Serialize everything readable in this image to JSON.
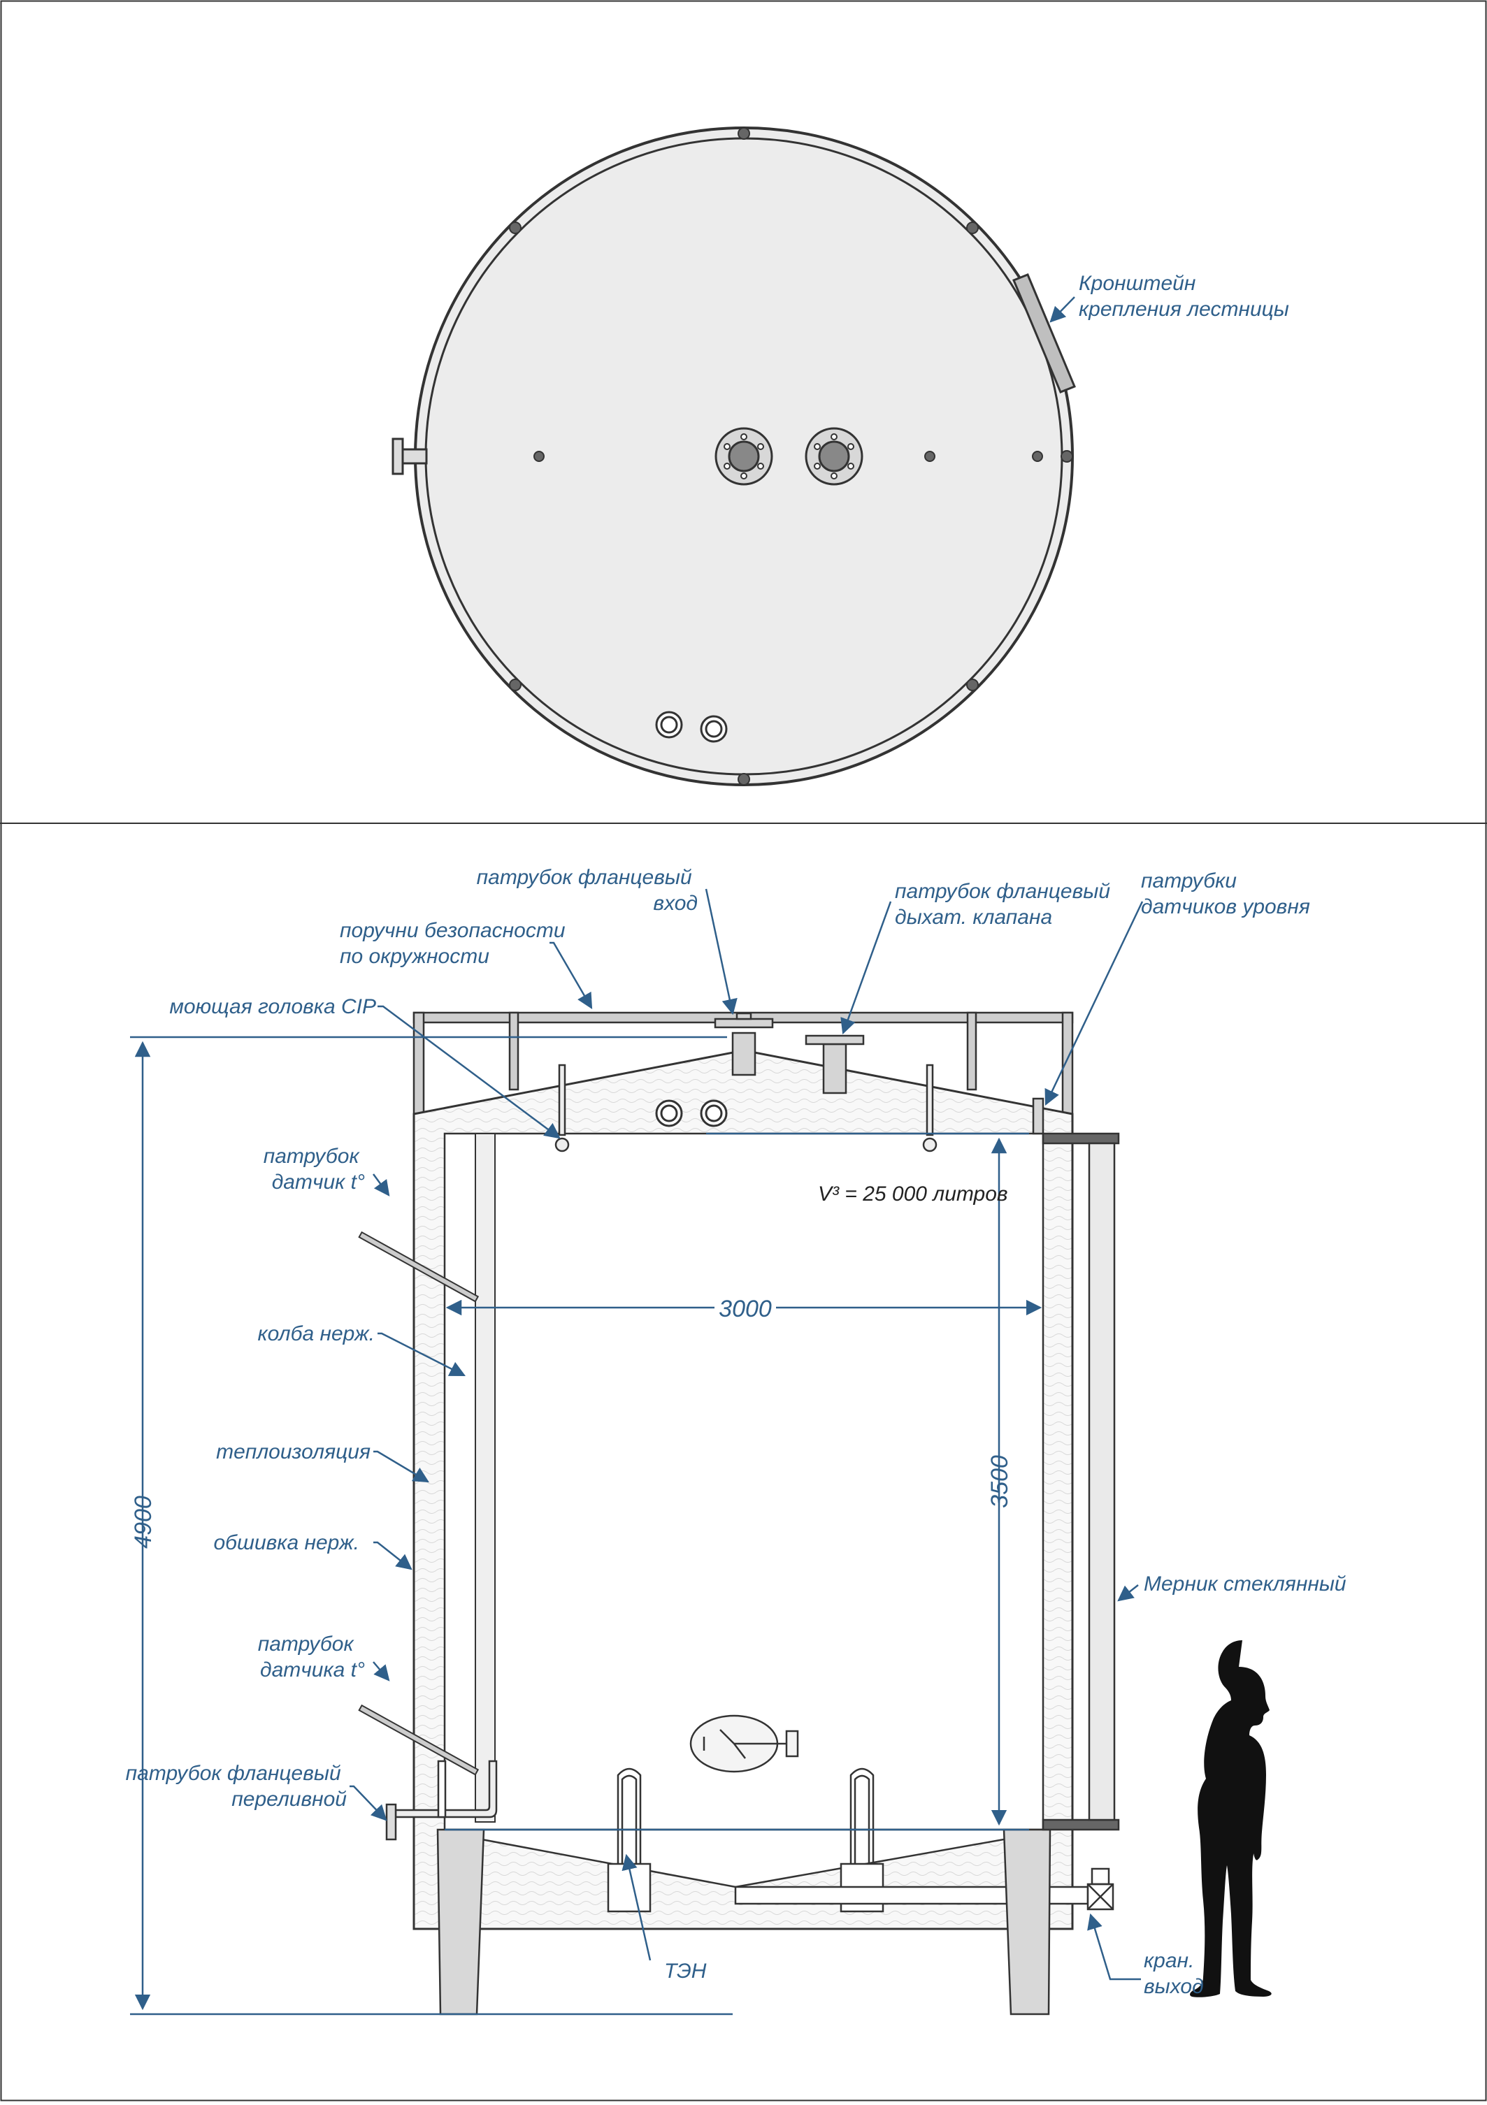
{
  "colors": {
    "accent": "#2f5f8a",
    "outline": "#333333",
    "fill_light": "#ececec",
    "insulation": "#f7f7f7",
    "silhouette": "#111111"
  },
  "top_view": {
    "ladder_bracket_label": [
      "Кронштейн",
      "крепления лестницы"
    ]
  },
  "side_view": {
    "labels": {
      "flange_inlet": [
        "патрубок фланцевый",
        "вход"
      ],
      "railing": [
        "поручни безопасности",
        "по окружности"
      ],
      "cip_head": [
        "моющая головка CIP"
      ],
      "breather_flange": [
        "патрубок фланцевый",
        "дыхат. клапана"
      ],
      "level_sensors": [
        "патрубки",
        "датчиков уровня"
      ],
      "temp_sensor_upper": [
        "патрубок",
        "датчик t°"
      ],
      "steel_vessel": [
        "колба нерж."
      ],
      "insulation": [
        "теплоизоляция"
      ],
      "cladding": [
        "обшивка нерж."
      ],
      "temp_sensor_lower": [
        "патрубок",
        "датчика t°"
      ],
      "overflow_flange": [
        "патрубок фланцевый",
        "переливной"
      ],
      "heater": [
        "ТЭН"
      ],
      "outlet_valve": [
        "кран.",
        "выход"
      ],
      "gauge_glass": [
        "Мерник стеклянный"
      ]
    },
    "volume_label": "V³ = 25 000 литров",
    "dimensions": {
      "total_height": "4900",
      "inner_height": "3500",
      "inner_diameter": "3000"
    }
  }
}
